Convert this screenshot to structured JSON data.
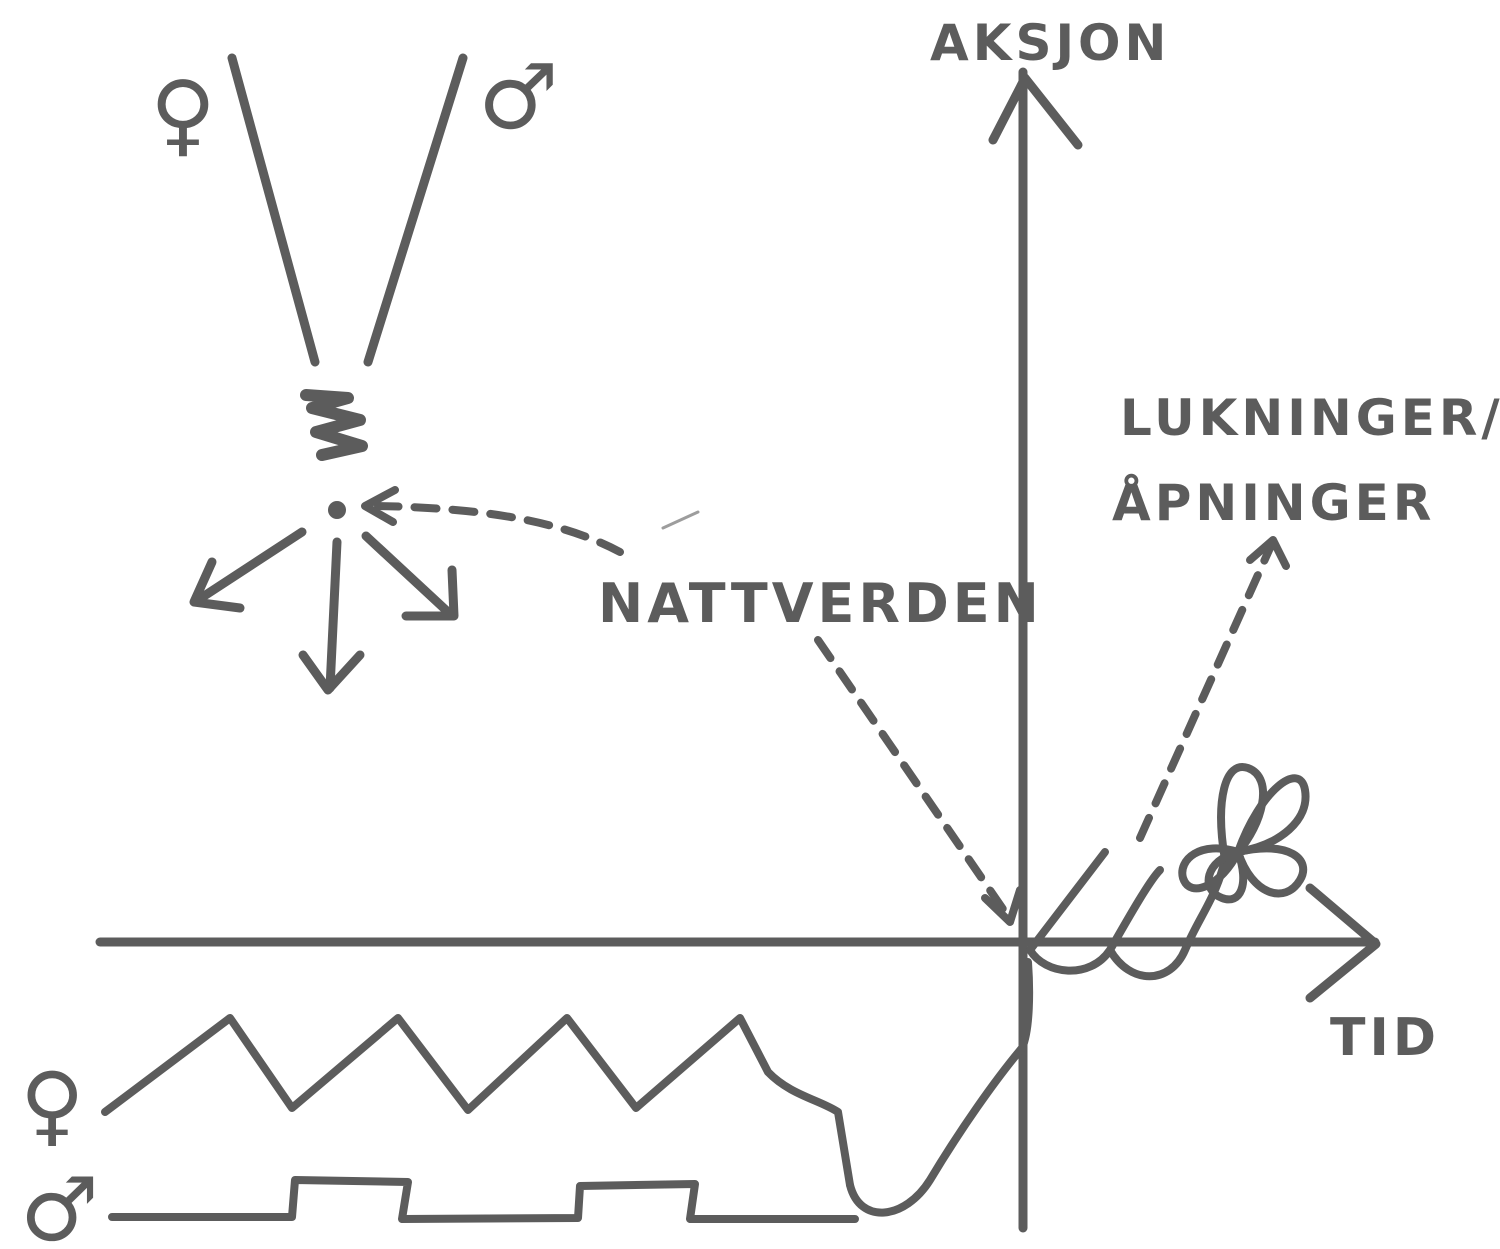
{
  "labels": {
    "y_axis": "AKSJON",
    "x_axis": "TID",
    "center": "NATTVERDEN",
    "right_line1": "LUKNINGER/",
    "right_line2": "ÅPNINGER"
  },
  "symbols": {
    "female": "♀",
    "male": "♂"
  },
  "colors": {
    "ink": "#5c5c5c",
    "paper": "#ffffff"
  }
}
